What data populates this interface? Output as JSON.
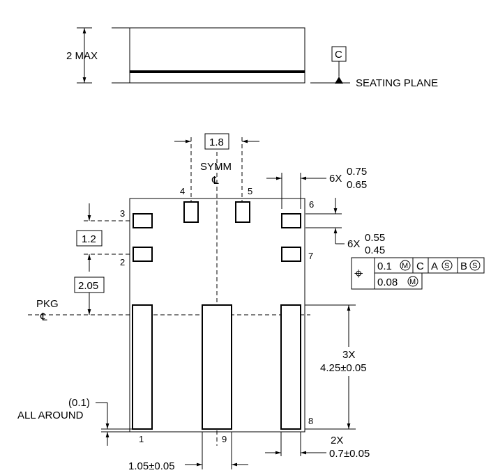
{
  "side_view": {
    "height_label": "2 MAX",
    "datum_c": "C",
    "seating_plane": "SEATING PLANE"
  },
  "top_view": {
    "pitch_top": "1.8",
    "symm": "SYMM",
    "pitch_left": "1.2",
    "offset_left": "2.05",
    "pkg": "PKG",
    "centerline_symbol": "℄",
    "small_pad_count": "6X",
    "small_pad_len_max": "0.75",
    "small_pad_len_min": "0.65",
    "small_pad_wid_max": "0.55",
    "small_pad_wid_min": "0.45",
    "large_pad_count": "3X",
    "large_pad_len": "4.25±0.05",
    "large_pad_pitch": "1.05±0.05",
    "large_pad_wid_count": "2X",
    "large_pad_wid": "0.7±0.05",
    "all_around_value": "(0.1)",
    "all_around": "ALL AROUND",
    "pins": {
      "p1": "1",
      "p2": "2",
      "p3": "3",
      "p4": "4",
      "p5": "5",
      "p6": "6",
      "p7": "7",
      "p8": "8",
      "p9": "9"
    }
  },
  "position_tolerance": {
    "symbol": "⌖",
    "tol1": "0.1",
    "mod1": "M",
    "datum_c": "C",
    "datum_a": "A",
    "mod_a": "S",
    "datum_b": "B",
    "mod_b": "S",
    "tol2": "0.08",
    "mod2": "M"
  }
}
